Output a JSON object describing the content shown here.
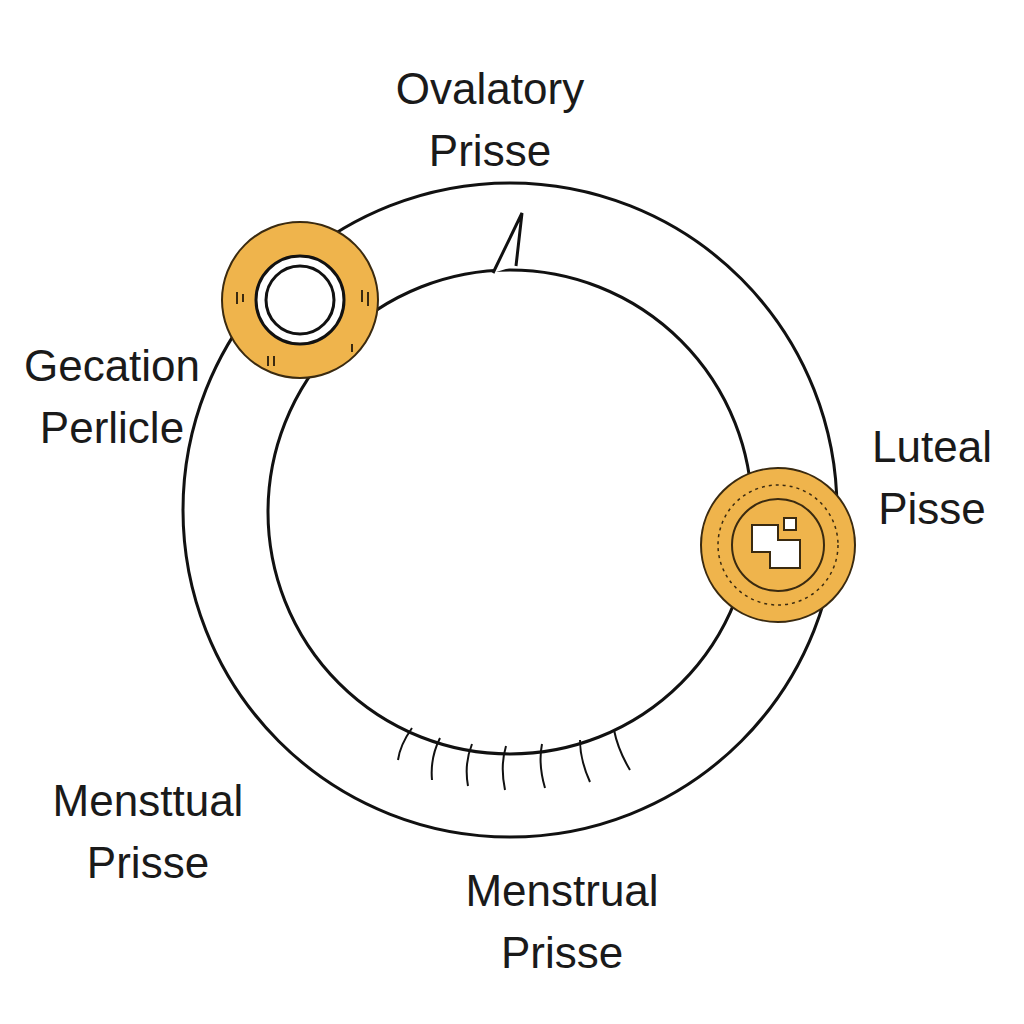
{
  "diagram": {
    "labels": [
      "Ovalatory Prisse",
      "Gecation Perlicle",
      "Luteal Pisse",
      "Mensttual Prisse",
      "Menstrual Prisse"
    ]
  }
}
